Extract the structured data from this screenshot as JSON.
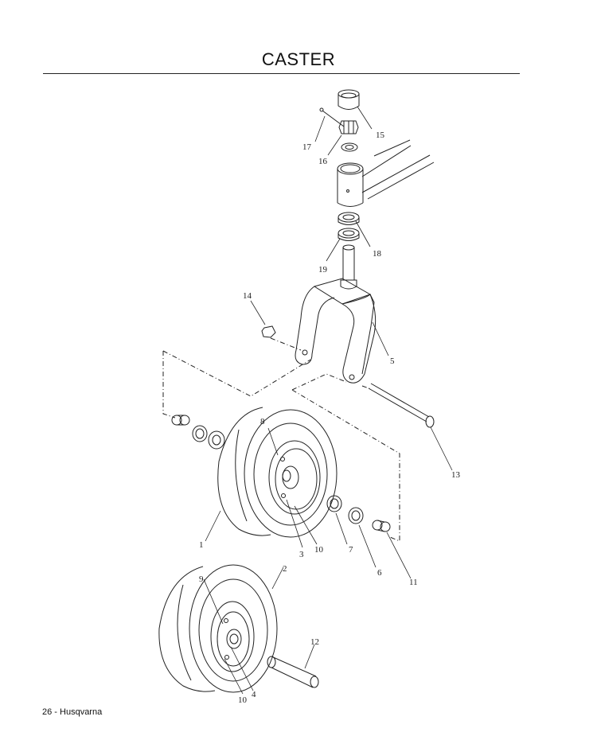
{
  "page": {
    "title": "CASTER",
    "footer": "26 - Husqvarna"
  },
  "callouts": [
    {
      "id": "c15",
      "text": "15"
    },
    {
      "id": "c17",
      "text": "17"
    },
    {
      "id": "c16",
      "text": "16"
    },
    {
      "id": "c18",
      "text": "18"
    },
    {
      "id": "c19",
      "text": "19"
    },
    {
      "id": "c14",
      "text": "14"
    },
    {
      "id": "c5",
      "text": "5"
    },
    {
      "id": "c8",
      "text": "8"
    },
    {
      "id": "c13",
      "text": "13"
    },
    {
      "id": "c1",
      "text": "1"
    },
    {
      "id": "c3",
      "text": "3"
    },
    {
      "id": "c10a",
      "text": "10"
    },
    {
      "id": "c7",
      "text": "7"
    },
    {
      "id": "c6",
      "text": "6"
    },
    {
      "id": "c11",
      "text": "11"
    },
    {
      "id": "c2",
      "text": "2"
    },
    {
      "id": "c9",
      "text": "9"
    },
    {
      "id": "c12",
      "text": "12"
    },
    {
      "id": "c4",
      "text": "4"
    },
    {
      "id": "c10b",
      "text": "10"
    }
  ]
}
